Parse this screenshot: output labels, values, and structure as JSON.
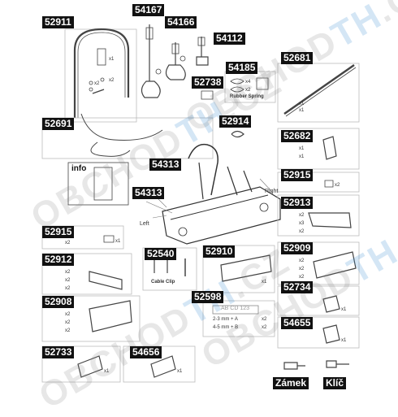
{
  "labels": {
    "p52911": "52911",
    "p54167": "54167",
    "p54166": "54166",
    "p54112": "54112",
    "p54185": "54185",
    "p52738": "52738",
    "p52681": "52681",
    "p52691": "52691",
    "p52914": "52914",
    "p52682": "52682",
    "p54313a": "54313",
    "p54313b": "54313",
    "p52915a": "52915",
    "p52913": "52913",
    "p52915b": "52915",
    "p52540": "52540",
    "p52910": "52910",
    "p52909": "52909",
    "p52912": "52912",
    "p52734": "52734",
    "p52598": "52598",
    "p52908": "52908",
    "p54655": "54655",
    "p52733": "52733",
    "p54656": "54656",
    "zamek": "Zámek",
    "klic": "Klíč"
  },
  "text": {
    "rubber_spring": "Rubber Spring",
    "cable_clip": "Cable Clip",
    "info": "info",
    "right": "Right",
    "left": "Left",
    "plate_line1": "AB CD 123",
    "plate_line2": "2-3 mm + A",
    "plate_line3": "4-5 mm + B",
    "x1": "x1",
    "x2": "x2",
    "x3": "x3",
    "x4": "x4"
  },
  "watermark": {
    "part1": "OBCHOD",
    "part2": "TH",
    "part3": ".CZ"
  },
  "colors": {
    "label_bg": "#111111",
    "label_fg": "#ffffff",
    "line": "#555555",
    "watermark_gray": "#8a8a8a",
    "watermark_blue": "#3c8cd2"
  }
}
